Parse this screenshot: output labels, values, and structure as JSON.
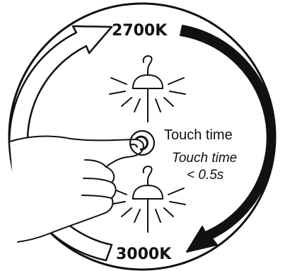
{
  "diagram": {
    "top_temperature": "2700K",
    "bottom_temperature": "3000K",
    "action_label": "Touch time",
    "duration_label_line1": "Touch time",
    "duration_label_line2": "< 0.5s",
    "colors": {
      "outline": "#111111",
      "arrow_fill": "#111111",
      "background": "#ffffff"
    },
    "icons": [
      "pendant-lamp-icon",
      "pendant-lamp-icon",
      "hand-pointer-icon",
      "touch-ripple-icon",
      "curved-arrow-icon"
    ]
  }
}
